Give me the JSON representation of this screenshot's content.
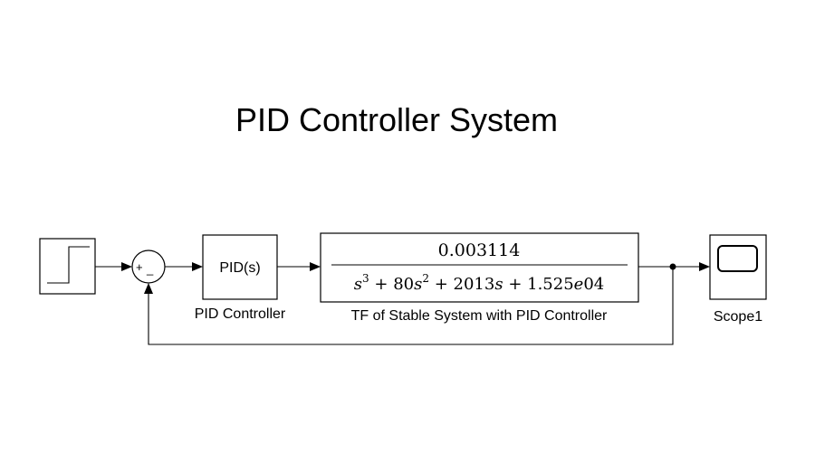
{
  "diagram": {
    "title": "PID Controller System",
    "sum_signs": {
      "plus": "+",
      "minus": "_"
    },
    "pid_block": {
      "text": "PID(s)",
      "label": "PID Controller"
    },
    "transfer_function": {
      "numerator": "0.003114",
      "denominator": {
        "s3": "s",
        "exp3": "3",
        "t2": " + 80",
        "s2": "s",
        "exp2": "2",
        "t1": " + 2013",
        "s1": "s",
        "t0": " + 1.525",
        "e": "e",
        "t0b": "04"
      },
      "label": "TF of Stable System with PID Controller"
    },
    "scope": {
      "label": "Scope1"
    }
  }
}
